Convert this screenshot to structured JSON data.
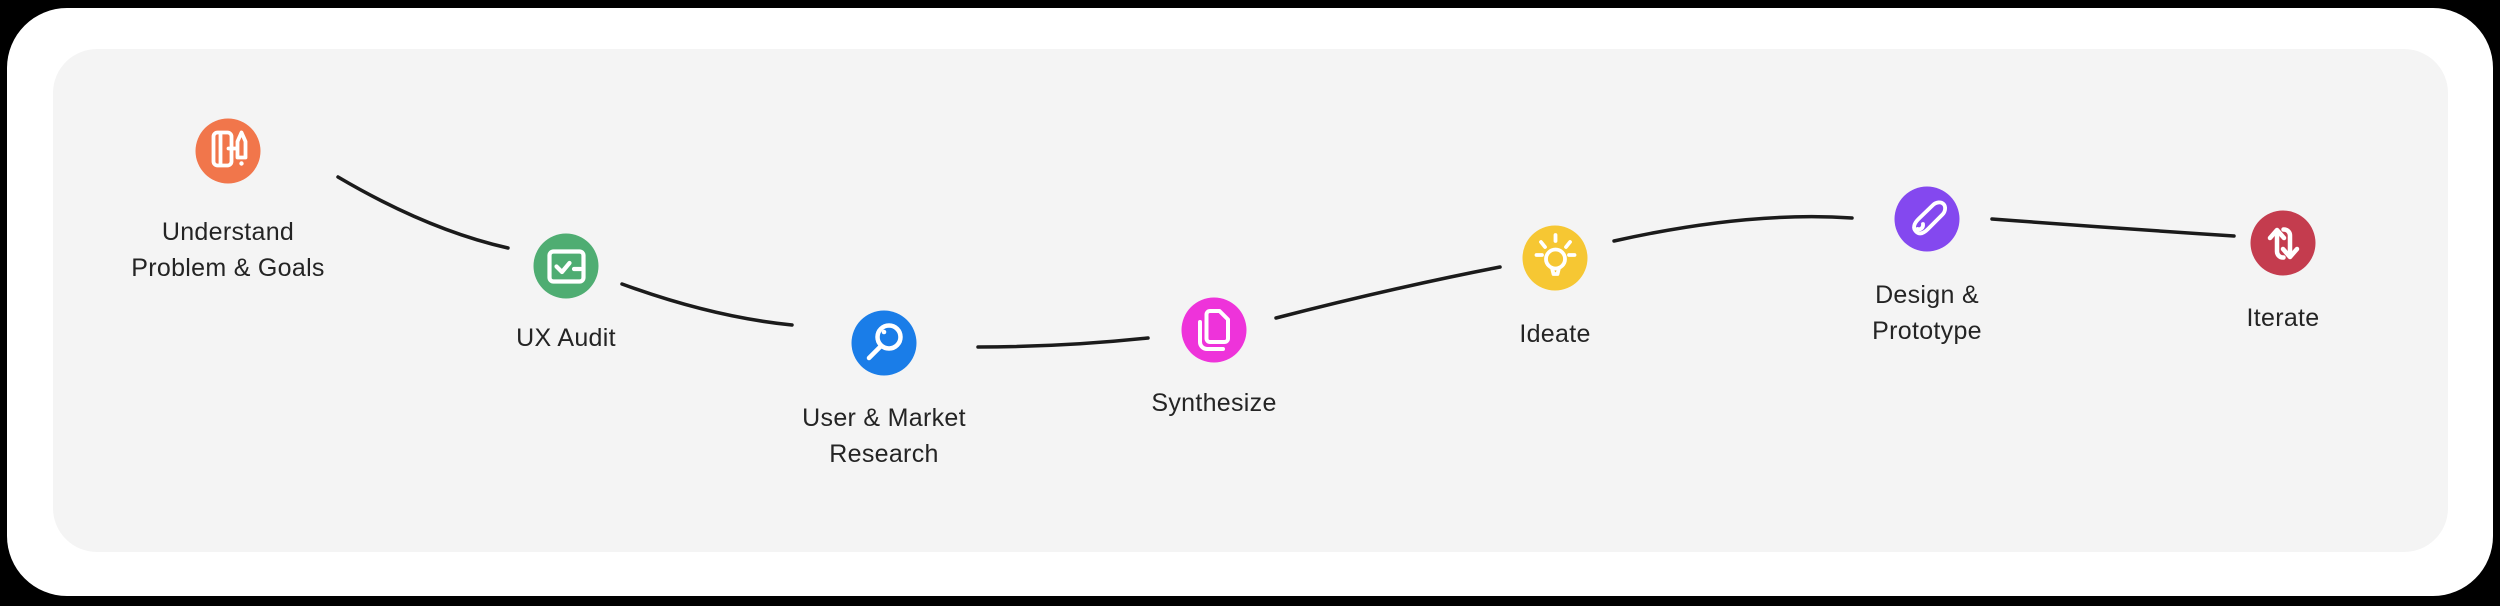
{
  "diagram": {
    "name": "UX process flow",
    "card_bg": "#FFFFFF",
    "panel_bg": "#F4F4F4",
    "connector_color": "#1B1B1B",
    "text_color": "#242424",
    "steps": [
      {
        "label_lines": [
          "Understand",
          "Problem & Goals"
        ],
        "icon": "journal-pencil-icon",
        "color": "#F1764B"
      },
      {
        "label_lines": [
          "UX Audit"
        ],
        "icon": "checkbox-check-icon",
        "color": "#4FAD72"
      },
      {
        "label_lines": [
          "User & Market",
          "Research"
        ],
        "icon": "magnifier-icon",
        "color": "#1A7DE8"
      },
      {
        "label_lines": [
          "Synthesize"
        ],
        "icon": "copy-pages-icon",
        "color": "#EE33DA"
      },
      {
        "label_lines": [
          "Ideate"
        ],
        "icon": "lightbulb-icon",
        "color": "#F6C733"
      },
      {
        "label_lines": [
          "Design &",
          "Prototype"
        ],
        "icon": "paintbrush-icon",
        "color": "#8448EF"
      },
      {
        "label_lines": [
          "Iterate"
        ],
        "icon": "sync-arrows-icon",
        "color": "#C43C4E"
      }
    ]
  }
}
